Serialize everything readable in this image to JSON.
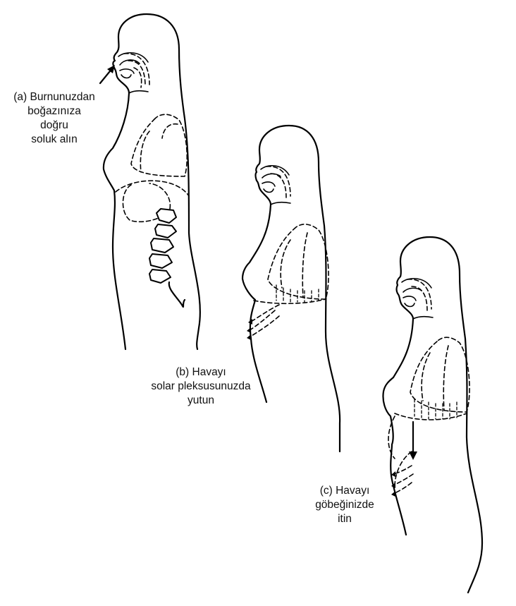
{
  "captions": {
    "a": {
      "lines": [
        "(a) Burnunuzdan",
        "boğazınıza",
        "doğru",
        "soluk alın"
      ]
    },
    "b": {
      "lines": [
        "(b) Havayı",
        "solar pleksusunuzda",
        "yutun"
      ]
    },
    "c": {
      "lines": [
        "(c) Havayı",
        "göbeğinizde",
        "itin"
      ]
    }
  }
}
